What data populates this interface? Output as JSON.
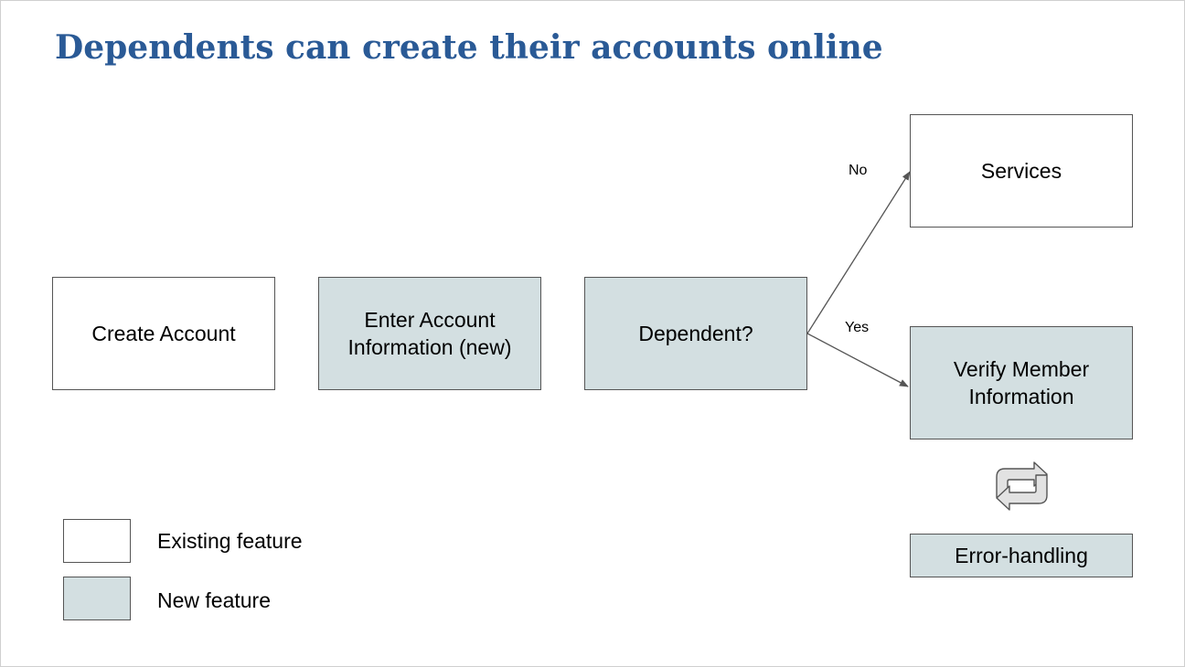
{
  "title": "Dependents can create their accounts online",
  "colors": {
    "title": "#2a5a96",
    "new_feature_fill": "#d3dfe1",
    "existing_feature_fill": "#ffffff",
    "border": "#555555"
  },
  "nodes": {
    "create_account": {
      "lines": [
        "Create Account"
      ],
      "kind": "existing"
    },
    "enter_info": {
      "lines": [
        "Enter Account",
        "Information (new)"
      ],
      "kind": "new"
    },
    "dependent": {
      "lines": [
        "Dependent?"
      ],
      "kind": "new"
    },
    "services": {
      "lines": [
        "Services"
      ],
      "kind": "existing"
    },
    "verify": {
      "lines": [
        "Verify Member",
        "Information"
      ],
      "kind": "new"
    },
    "error_handling": {
      "lines": [
        "Error-handling"
      ],
      "kind": "new"
    }
  },
  "edges": [
    {
      "from": "dependent",
      "to": "services",
      "label": "No"
    },
    {
      "from": "dependent",
      "to": "verify",
      "label": "Yes"
    }
  ],
  "loop_icon": "refresh-cycle-icon",
  "legend": {
    "existing": "Existing feature",
    "new": "New feature"
  }
}
